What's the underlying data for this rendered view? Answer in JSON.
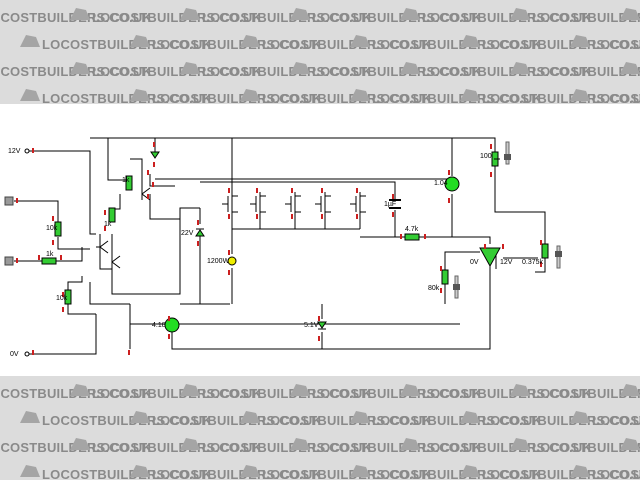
{
  "watermark": {
    "text": "LOCOSTBUILDERS.CO.UK"
  },
  "colors": {
    "band": "#dcdcdc",
    "watermark_text": "#8a8a8a",
    "wire": "#000000",
    "pin": "#cc1f1f",
    "component_green": "#33cc33",
    "meter_green": "#22dd22",
    "lamp_yellow": "#eeee00"
  },
  "schematic": {
    "labels": {
      "v12": "12V",
      "v0": "0V",
      "r1k_top": "1k",
      "r10k_left": "10k",
      "r1k_mid": "1k",
      "r1k_in": "1k",
      "r10k_bottom": "10k",
      "zener22": "22V",
      "lamp": "1200W",
      "meter_right": "1.04",
      "meter_left": "4.18",
      "zener51": "5.1V",
      "cap": "1µF",
      "r47k": "4.7k",
      "pot100": "100",
      "pot80k": "80k",
      "opamp_in": "0V",
      "opamp_out": "12V",
      "pot_out": "0.375k"
    }
  }
}
